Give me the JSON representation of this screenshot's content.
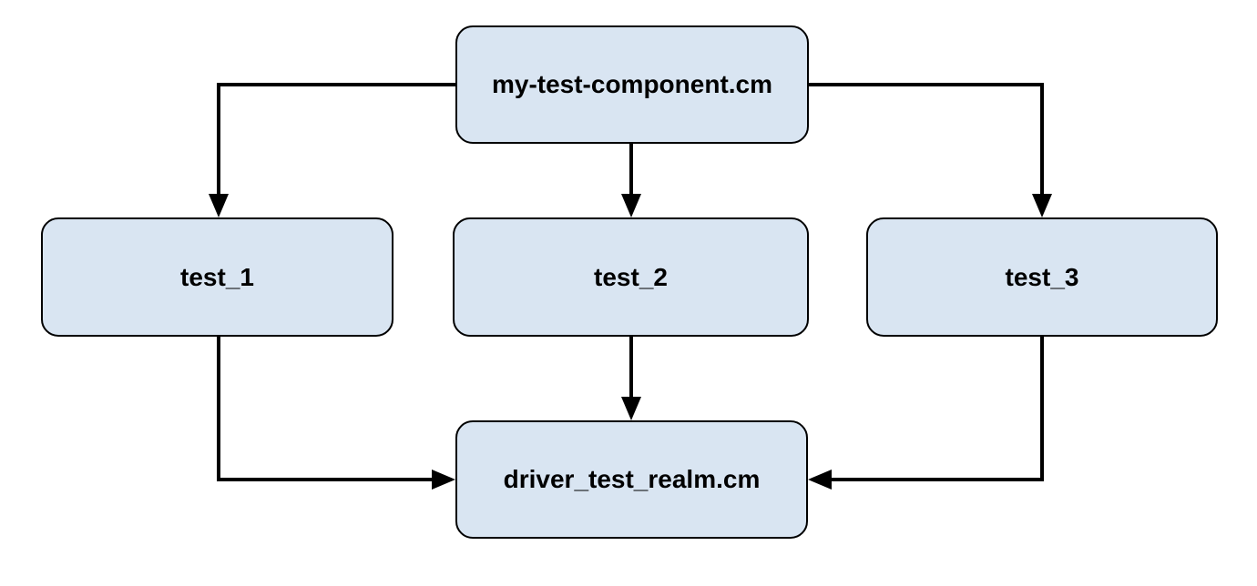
{
  "diagram": {
    "type": "flowchart",
    "background_color": "#ffffff",
    "node_fill_color": "#d9e5f2",
    "node_border_color": "#000000",
    "edge_color": "#000000",
    "nodes": [
      {
        "id": "my-test-component",
        "label": "my-test-component.cm"
      },
      {
        "id": "test-1",
        "label": "test_1"
      },
      {
        "id": "test-2",
        "label": "test_2"
      },
      {
        "id": "test-3",
        "label": "test_3"
      },
      {
        "id": "driver-test-realm",
        "label": "driver_test_realm.cm"
      }
    ],
    "edges": [
      {
        "from": "my-test-component.cm",
        "to": "test_1",
        "style": "elbow-arrow"
      },
      {
        "from": "my-test-component.cm",
        "to": "test_2",
        "style": "straight-arrow"
      },
      {
        "from": "my-test-component.cm",
        "to": "test_3",
        "style": "elbow-arrow"
      },
      {
        "from": "test_1",
        "to": "driver_test_realm.cm",
        "style": "elbow-arrow"
      },
      {
        "from": "test_2",
        "to": "driver_test_realm.cm",
        "style": "straight-arrow"
      },
      {
        "from": "test_3",
        "to": "driver_test_realm.cm",
        "style": "elbow-arrow"
      }
    ]
  }
}
